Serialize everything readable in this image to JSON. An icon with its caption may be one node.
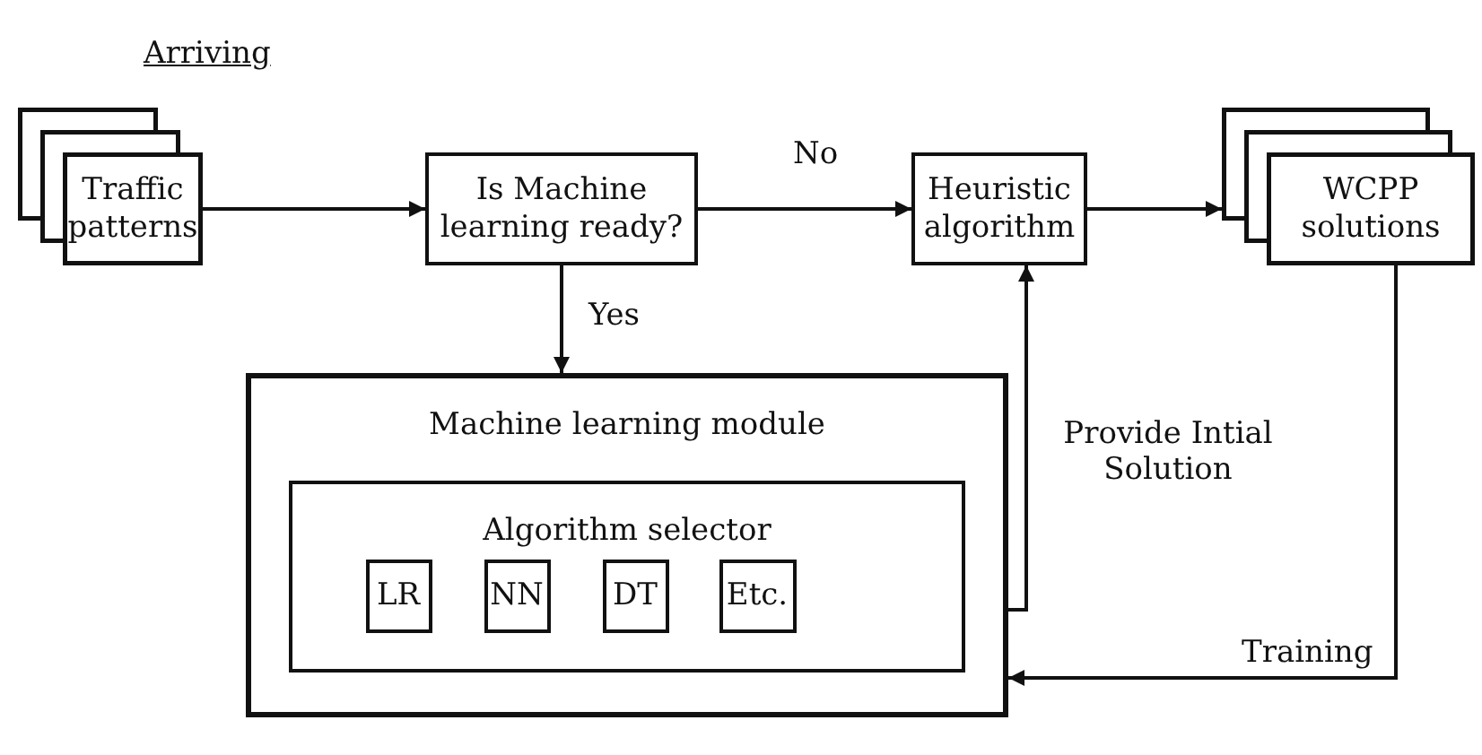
{
  "diagram": {
    "nodes": [
      {
        "text": [
          "Traffic patterns"
        ]
      },
      {
        "text": [
          "Is Machine learning ready?"
        ]
      },
      {
        "text": [
          "Heuristic algorithm"
        ]
      },
      {
        "text": [
          "WCPP solutions"
        ]
      },
      {
        "text": [
          "Machine learning module"
        ]
      },
      {
        "text": [
          "Algorithm selector"
        ],
        "in": 4
      },
      {
        "text": [
          "LR"
        ],
        "in": 5
      },
      {
        "text": [
          "NN"
        ],
        "in": 5
      },
      {
        "text": [
          "DT"
        ],
        "in": 5
      },
      {
        "text": [
          "Etc."
        ],
        "in": 5
      }
    ],
    "edges": [
      {
        "from": 0,
        "to": 1,
        "arrow": "to"
      },
      {
        "from": 1,
        "to": 2,
        "arrow": "to",
        "label": "No"
      },
      {
        "from": 1,
        "to": 4,
        "arrow": "to",
        "label": "Yes"
      },
      {
        "from": 4,
        "to": 2,
        "arrow": "to",
        "label": "Provide Intial Solution"
      },
      {
        "from": 2,
        "to": 3,
        "arrow": "to"
      },
      {
        "from": 3,
        "to": 4,
        "arrow": "to",
        "label": "Training"
      }
    ],
    "labels": [
      "Arriving"
    ]
  }
}
